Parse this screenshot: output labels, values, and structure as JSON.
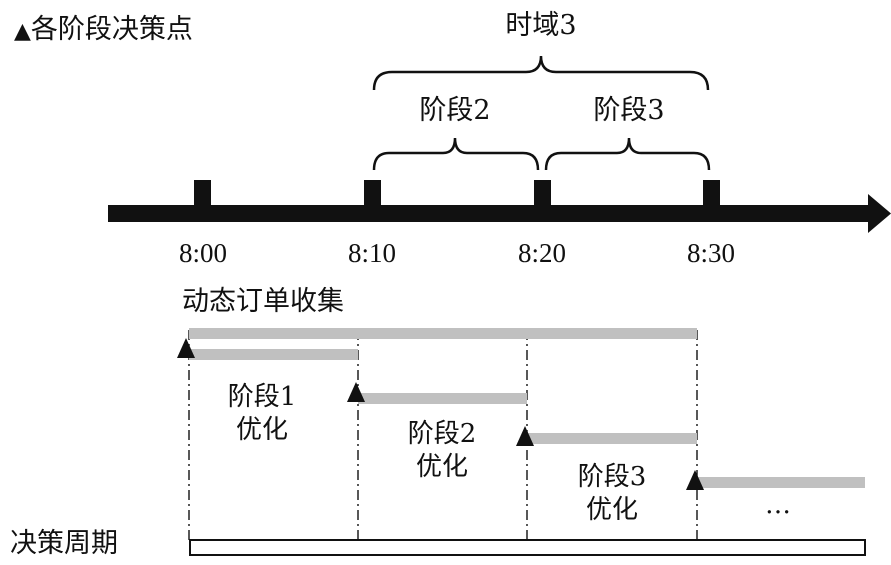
{
  "legend": {
    "marker": "▲",
    "label": "各阶段决策点"
  },
  "top_braces": {
    "horizon": "时域3",
    "stage2": "阶段2",
    "stage3": "阶段3"
  },
  "timeline": {
    "ticks": [
      "8:00",
      "8:10",
      "8:20",
      "8:30"
    ]
  },
  "collection": {
    "label": "动态订单收集"
  },
  "stage_blocks": [
    {
      "line1": "阶段1",
      "line2": "优化"
    },
    {
      "line1": "阶段2",
      "line2": "优化"
    },
    {
      "line1": "阶段3",
      "line2": "优化"
    }
  ],
  "ellipsis": "…",
  "decision_cycle": {
    "label": "决策周期"
  },
  "colors": {
    "bar": "#c0c0c0",
    "ink": "#111111"
  }
}
